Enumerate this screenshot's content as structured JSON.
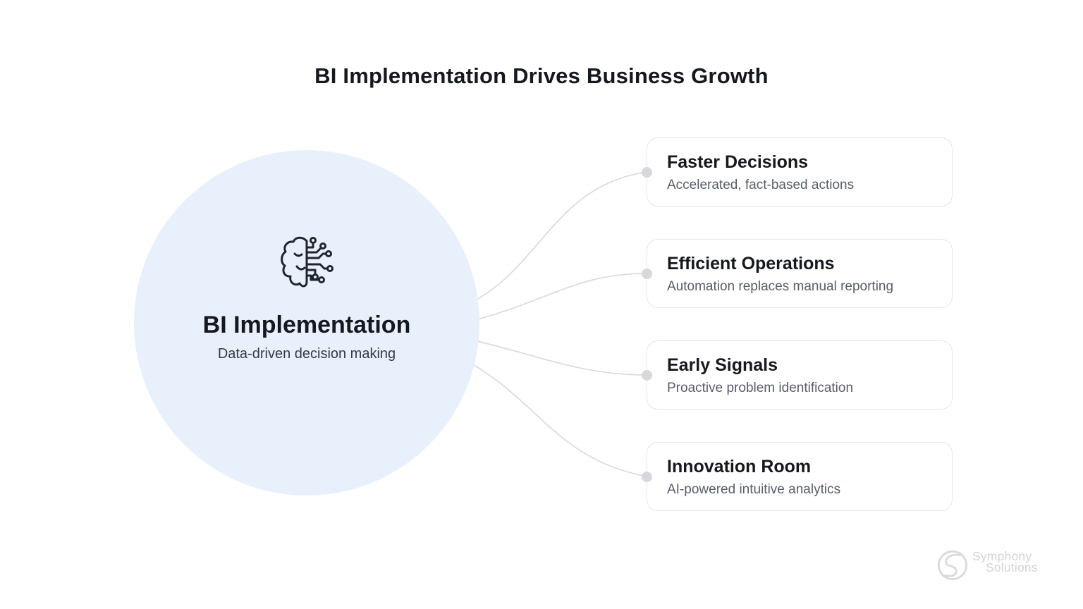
{
  "page": {
    "title": "BI Implementation Drives Business Growth"
  },
  "center": {
    "title": "BI Implementation",
    "subtitle": "Data-driven decision making",
    "icon": "brain-circuit-icon",
    "circle_color": "#e8f0fb"
  },
  "benefits": [
    {
      "title": "Faster Decisions",
      "description": "Accelerated, fact-based actions"
    },
    {
      "title": "Efficient Operations",
      "description": "Automation replaces manual reporting"
    },
    {
      "title": "Early Signals",
      "description": "Proactive problem identification"
    },
    {
      "title": "Innovation Room",
      "description": "AI-powered intuitive analytics"
    }
  ],
  "branding": {
    "logo_text_line1": "Symphony",
    "logo_text_line2": "Solutions",
    "logo_icon": "symphony-swirl-icon"
  },
  "colors": {
    "circle_fill": "#e8f0fb",
    "card_border": "#e4e6ea",
    "connector_line": "#d9dbdf",
    "connector_dot": "#d6d8dc",
    "heading_text": "#15181e",
    "muted_text": "#585d68",
    "logo_gray": "#d2d3d6"
  }
}
